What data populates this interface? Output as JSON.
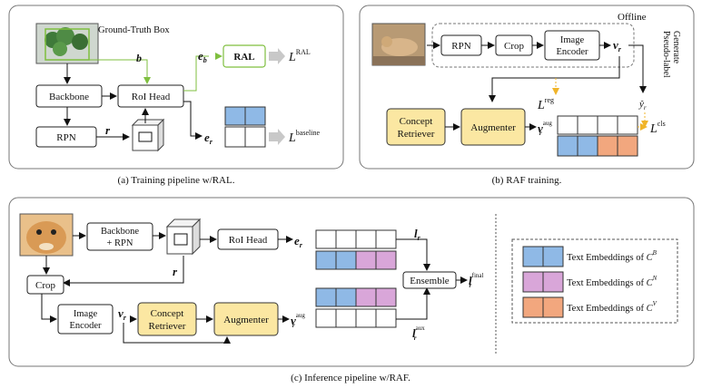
{
  "panel_a": {
    "gt_label": "Ground-Truth Box",
    "b_label": "b",
    "backbone": "Backbone",
    "roi_head": "RoI Head",
    "rpn": "RPN",
    "r_label": "r",
    "eb_label": "e",
    "eb_sub": "b",
    "ral": "RAL",
    "loss_ral": "L",
    "loss_ral_sup": "RAL",
    "er_label": "e",
    "er_sub": "r",
    "loss_base": "L",
    "loss_base_sup": "baseline",
    "caption": "(a) Training pipeline w/RAL."
  },
  "panel_b": {
    "offline": "Offline",
    "rpn": "RPN",
    "crop": "Crop",
    "image_encoder_1": "Image",
    "image_encoder_2": "Encoder",
    "vr": "v",
    "vr_sub": "r",
    "generate_1": "Generate",
    "generate_2": "Pseudo-label",
    "loss_reg": "L",
    "loss_reg_sup": "reg",
    "yr": "ŷ",
    "yr_sub": "r",
    "concept_1": "Concept",
    "concept_2": "Retriever",
    "augmenter": "Augmenter",
    "vaug": "v",
    "vaug_sup": "aug",
    "vaug_sub": "r",
    "loss_cls": "L",
    "loss_cls_sup": "cls",
    "caption": "(b) RAF training."
  },
  "panel_c": {
    "backbone_1": "Backbone",
    "backbone_2": "+ RPN",
    "roi_head": "RoI Head",
    "er": "e",
    "er_sub": "r",
    "lr": "l",
    "lr_sub": "r",
    "r_label": "r",
    "crop": "Crop",
    "ensemble": "Ensemble",
    "lfinal": "l",
    "lfinal_sub": "r",
    "lfinal_sup": "final",
    "image_encoder_1": "Image",
    "image_encoder_2": "Encoder",
    "vr": "v",
    "vr_sub": "r",
    "concept_1": "Concept",
    "concept_2": "Retriever",
    "augmenter": "Augmenter",
    "vaug": "v",
    "vaug_sup": "aug",
    "vaug_sub": "r",
    "laux": "l",
    "laux_sub": "r",
    "laux_sup": "aux",
    "caption": "(c) Inference pipeline w/RAF."
  },
  "legend": {
    "items": [
      {
        "text": "Text Embeddings of ",
        "sym": "C",
        "sup": "B",
        "color": "#8fb9e6"
      },
      {
        "text": "Text Embeddings of ",
        "sym": "C",
        "sup": "N",
        "color": "#d9a6d9"
      },
      {
        "text": "Text Embeddings of ",
        "sym": "C",
        "sup": "V",
        "color": "#f2a77e"
      }
    ]
  },
  "colors": {
    "yellow_box": "#fbe7a2",
    "blue": "#8fb9e6",
    "pink": "#d9a6d9",
    "orange": "#f2a77e",
    "green_arrow": "#7fbf3f",
    "orange_arrow": "#f0b429",
    "gray_arrow": "#c8c8c8"
  }
}
